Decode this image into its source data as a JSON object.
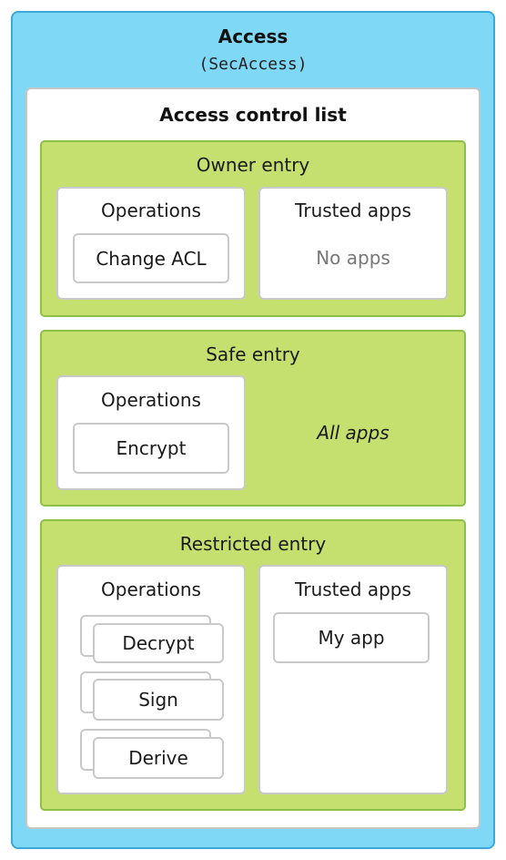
{
  "access": {
    "title": "Access",
    "subtitle": "(SecAccess)"
  },
  "acl": {
    "title": "Access control list"
  },
  "owner_entry": {
    "title": "Owner entry",
    "operations_label": "Operations",
    "operations": [
      "Change ACL"
    ],
    "trusted_apps_label": "Trusted apps",
    "trusted_apps_empty": "No apps"
  },
  "safe_entry": {
    "title": "Safe entry",
    "operations_label": "Operations",
    "operations": [
      "Encrypt"
    ],
    "all_apps_label": "All apps"
  },
  "restricted_entry": {
    "title": "Restricted entry",
    "operations_label": "Operations",
    "operations": [
      "Decrypt",
      "Sign",
      "Derive"
    ],
    "trusted_apps_label": "Trusted apps",
    "trusted_apps": [
      "My app"
    ]
  },
  "colors": {
    "access_fill": "#80d8f7",
    "access_border": "#3aa9d8",
    "entry_fill": "#c6e070",
    "entry_border": "#8cc04a",
    "panel_border": "#c9c9c9"
  }
}
